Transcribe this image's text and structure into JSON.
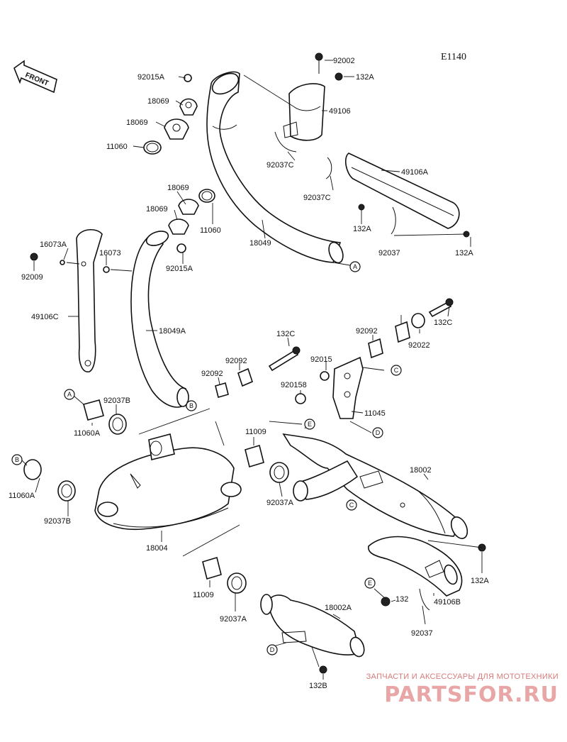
{
  "diagram_code": "E1140",
  "front_label": "FRONT",
  "callouts": [
    "A",
    "B",
    "C",
    "D",
    "E"
  ],
  "part_numbers": [
    "92002",
    "132A",
    "49106",
    "92037C",
    "49106A",
    "132A",
    "132A",
    "92037",
    "92037C",
    "92015A",
    "18069",
    "18069",
    "11060",
    "18069",
    "18069",
    "11060",
    "92015A",
    "18049",
    "16073A",
    "16073",
    "92009",
    "49106C",
    "18049A",
    "132C",
    "92092",
    "92092",
    "92015",
    "920158",
    "11045",
    "92092",
    "92022",
    "132C",
    "92037B",
    "11060A",
    "11009",
    "92037A",
    "18002",
    "11060A",
    "92037B",
    "18004",
    "11009",
    "92037A",
    "132A",
    "132",
    "49106B",
    "92037",
    "18002A",
    "132B"
  ],
  "watermark": {
    "tagline": "ЗАПЧАСТИ И АКСЕССУАРЫ ДЛЯ МОТОТЕХНИКИ",
    "logo": "PARTSFOR.RU"
  }
}
